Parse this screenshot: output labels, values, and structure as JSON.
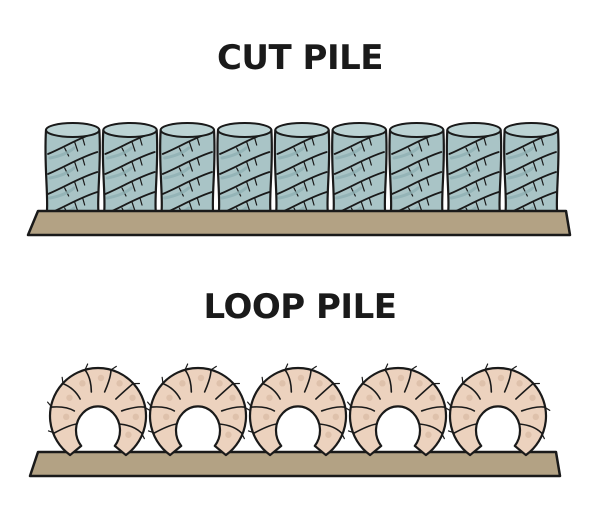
{
  "cut_pile": {
    "title": "CUT PILE",
    "tuft_count": 9,
    "tuft_color": "#a9c4c6",
    "tuft_shade": "#8fb0b3"
  },
  "loop_pile": {
    "title": "LOOP PILE",
    "loop_count": 5,
    "loop_color": "#ecd2be",
    "loop_shade": "#d9b9a2"
  },
  "backing": {
    "color": "#b3a284",
    "outline": "#1a1a1a"
  }
}
